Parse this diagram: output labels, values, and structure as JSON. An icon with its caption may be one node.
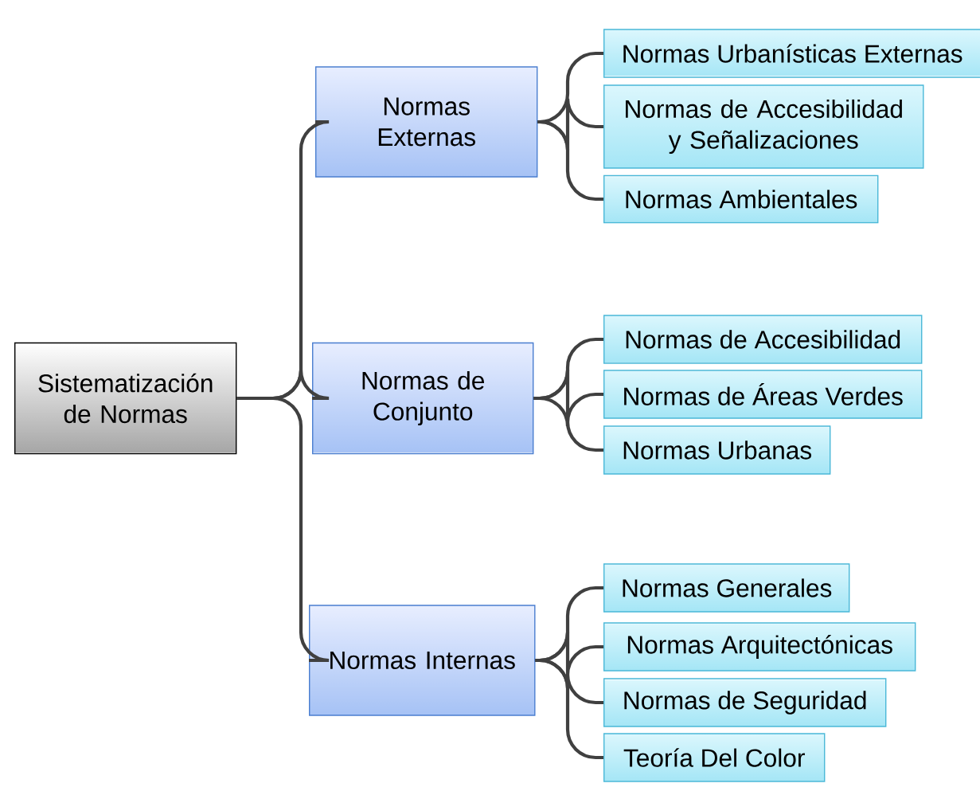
{
  "diagram": {
    "nodes": [
      {
        "text": [
          "Sistematización de Normas"
        ]
      },
      {
        "text": [
          "Normas Externas"
        ]
      },
      {
        "text": [
          "Normas de Conjunto"
        ]
      },
      {
        "text": [
          "Normas Internas"
        ]
      },
      {
        "text": [
          "Normas Urbanísticas Externas"
        ]
      },
      {
        "text": [
          "Normas de Accesibilidad y Señalizaciones"
        ]
      },
      {
        "text": [
          "Normas Ambientales"
        ]
      },
      {
        "text": [
          "Normas de Accesibilidad"
        ]
      },
      {
        "text": [
          "Normas de Áreas Verdes"
        ]
      },
      {
        "text": [
          "Normas Urbanas"
        ]
      },
      {
        "text": [
          "Normas Generales"
        ]
      },
      {
        "text": [
          "Normas Arquitectónicas"
        ]
      },
      {
        "text": [
          "Normas de Seguridad"
        ]
      },
      {
        "text": [
          "Teoría Del Color"
        ]
      }
    ],
    "edges": [
      {
        "from": 0,
        "to": 1,
        "arrow": "none"
      },
      {
        "from": 0,
        "to": 2,
        "arrow": "none"
      },
      {
        "from": 0,
        "to": 3,
        "arrow": "none"
      },
      {
        "from": 1,
        "to": 4,
        "arrow": "none"
      },
      {
        "from": 1,
        "to": 5,
        "arrow": "none"
      },
      {
        "from": 1,
        "to": 6,
        "arrow": "none"
      },
      {
        "from": 2,
        "to": 7,
        "arrow": "none"
      },
      {
        "from": 2,
        "to": 8,
        "arrow": "none"
      },
      {
        "from": 2,
        "to": 9,
        "arrow": "none"
      },
      {
        "from": 3,
        "to": 10,
        "arrow": "none"
      },
      {
        "from": 3,
        "to": 11,
        "arrow": "none"
      },
      {
        "from": 3,
        "to": 12,
        "arrow": "none"
      },
      {
        "from": 3,
        "to": 13,
        "arrow": "none"
      }
    ]
  }
}
